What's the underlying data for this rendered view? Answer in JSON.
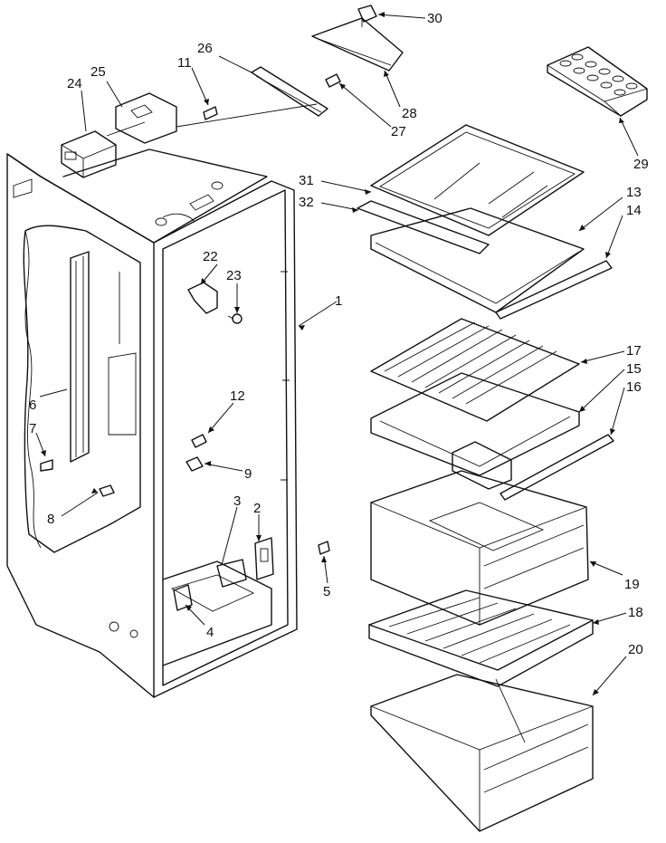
{
  "callouts": {
    "c1": "1",
    "c2": "2",
    "c3": "3",
    "c4": "4",
    "c5": "5",
    "c6": "6",
    "c7": "7",
    "c8": "8",
    "c9": "9",
    "c11": "11",
    "c12": "12",
    "c13": "13",
    "c14": "14",
    "c15": "15",
    "c16": "16",
    "c17": "17",
    "c18": "18",
    "c19": "19",
    "c20": "20",
    "c22": "22",
    "c23": "23",
    "c24": "24",
    "c25": "25",
    "c26": "26",
    "c27": "27",
    "c28": "28",
    "c29": "29",
    "c30": "30",
    "c31": "31",
    "c32": "32"
  }
}
